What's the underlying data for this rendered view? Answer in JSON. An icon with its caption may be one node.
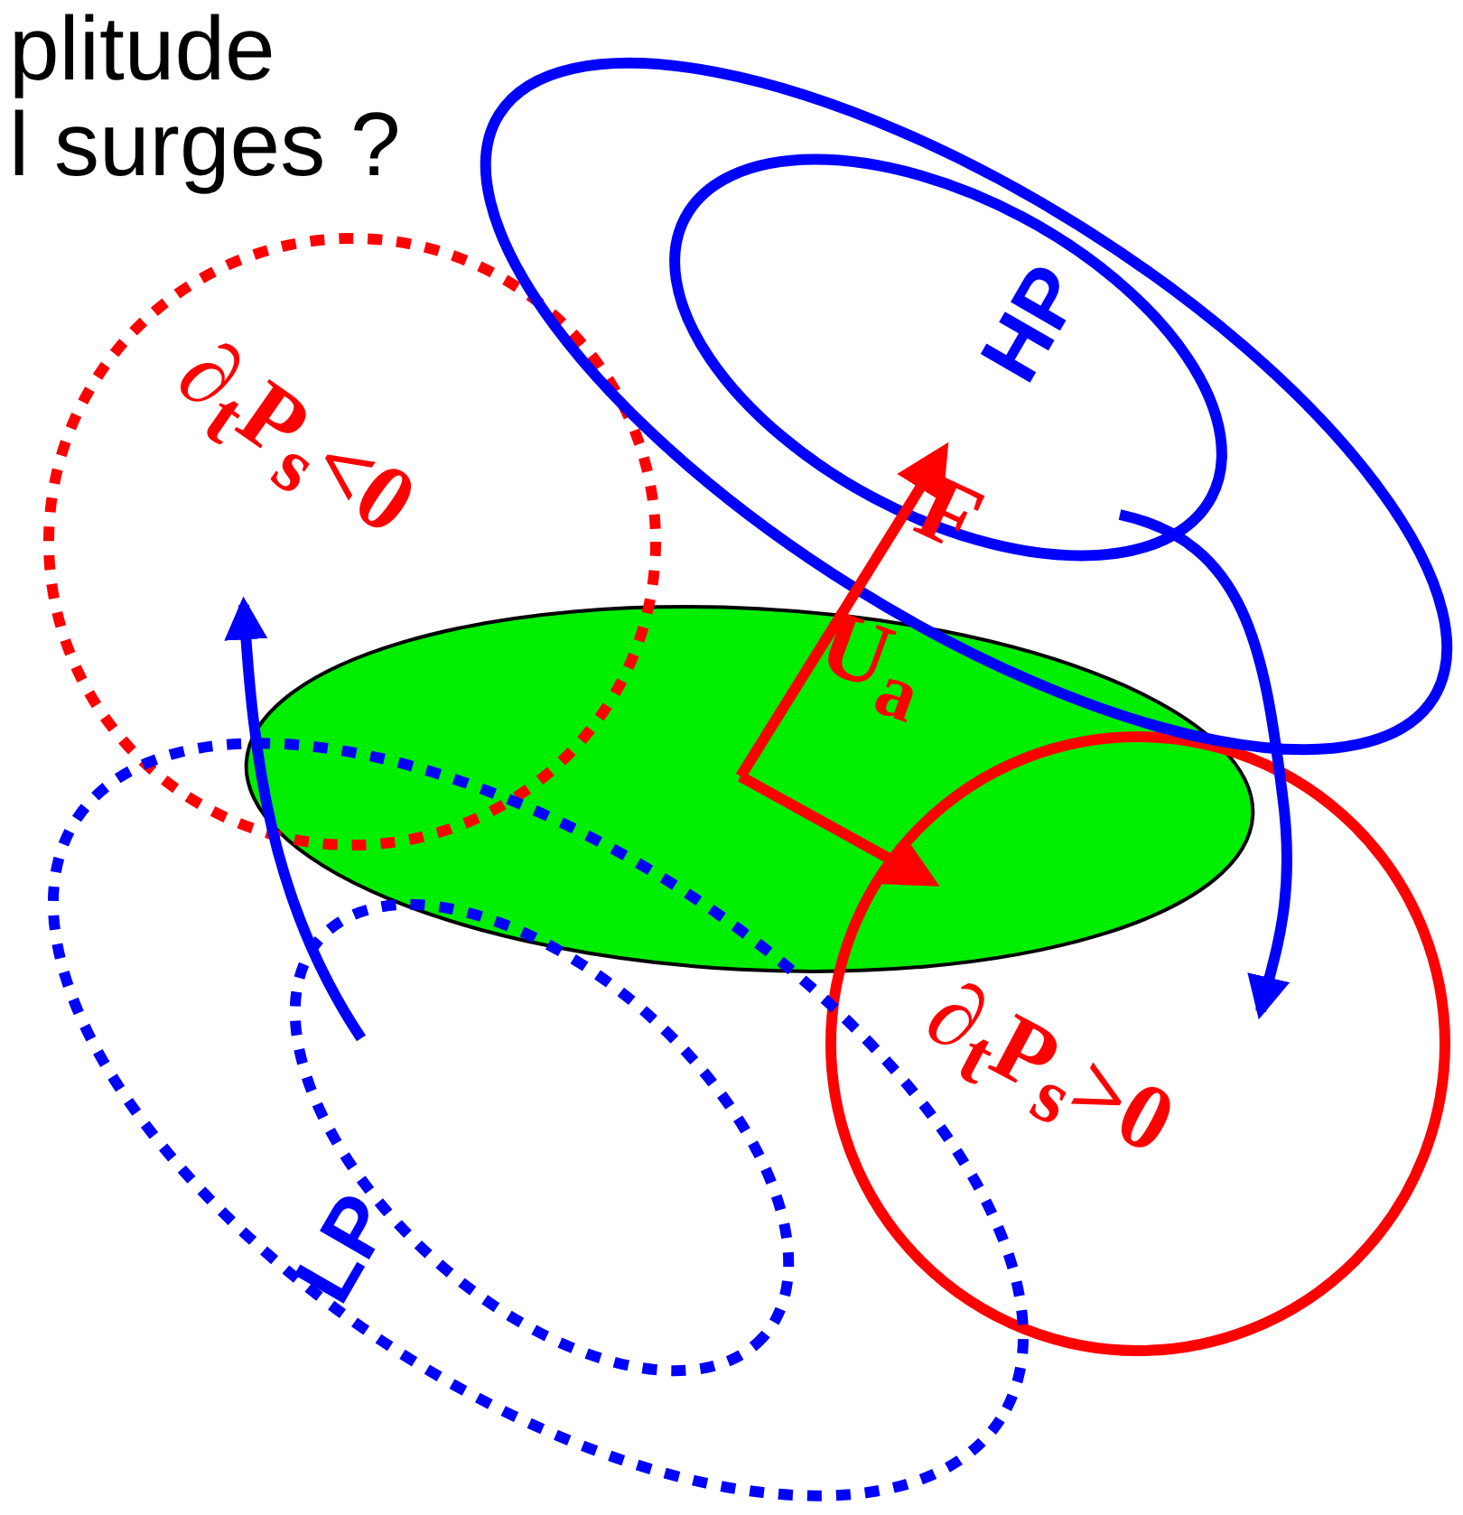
{
  "diagram": {
    "labels": [
      "plitude",
      "l surges ?",
      "HP",
      "∂$_{t}$P$_{s}$<0",
      "F",
      "U$_{a}$",
      "∂$_{t}$P$_{s}$>0",
      "LP"
    ]
  }
}
